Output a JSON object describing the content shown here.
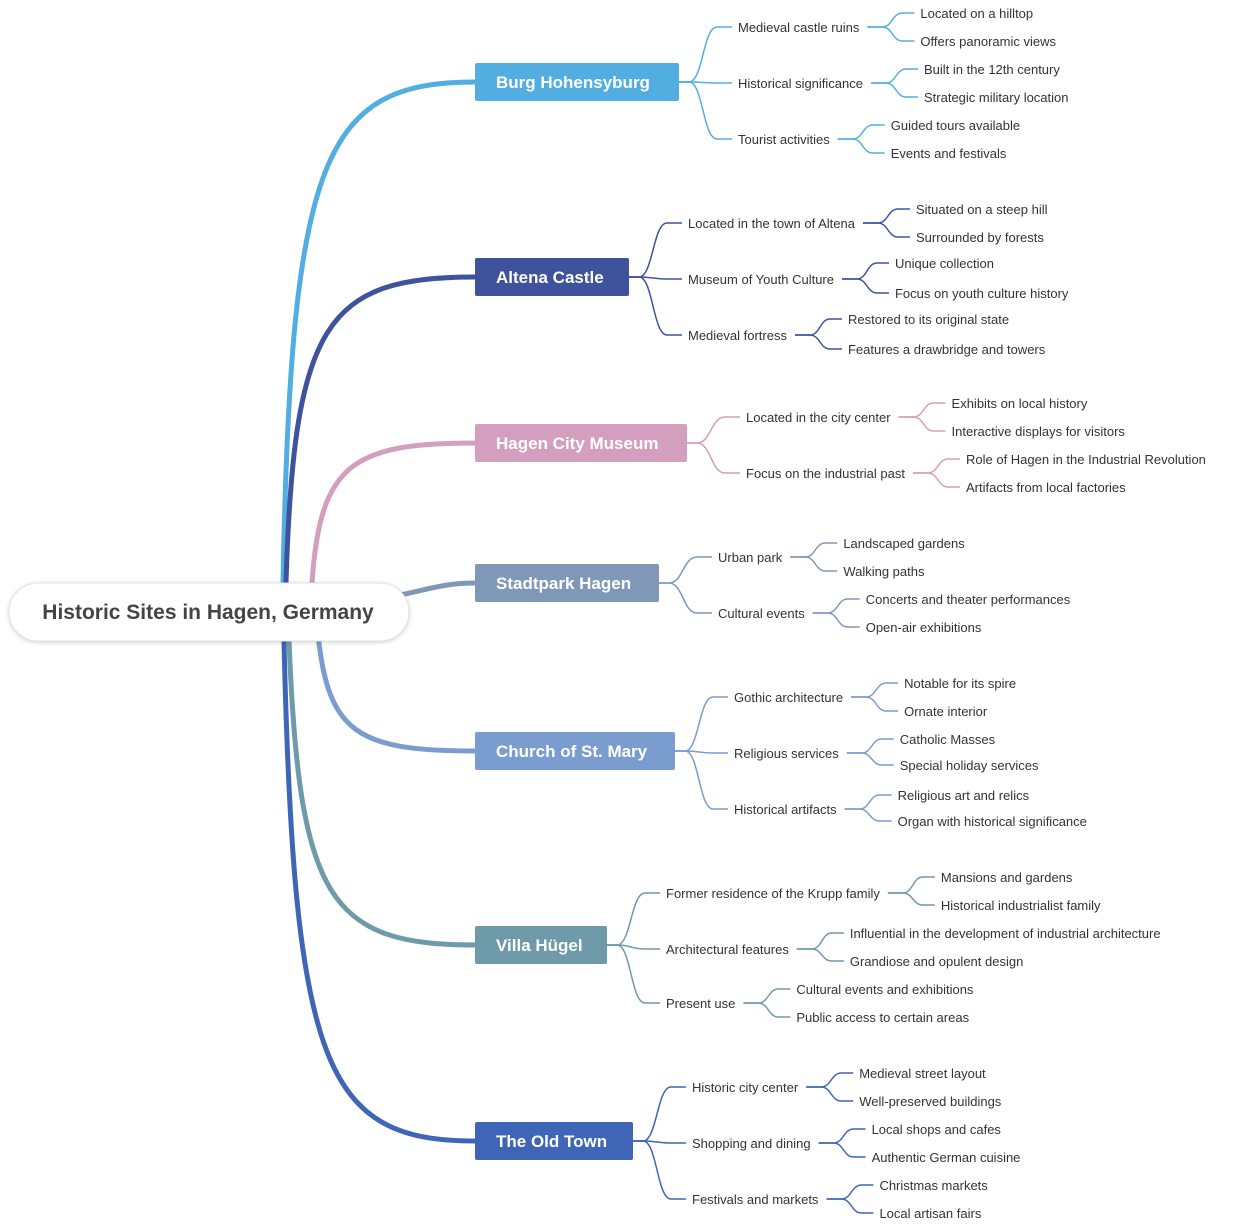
{
  "root": {
    "label": "Historic Sites in Hagen, Germany"
  },
  "branches": [
    {
      "label": "Burg Hohensyburg",
      "color": "#52aee0",
      "children": [
        {
          "label": "Medieval castle ruins",
          "children": [
            "Located on a hilltop",
            "Offers panoramic views"
          ]
        },
        {
          "label": "Historical significance",
          "children": [
            "Built in the 12th century",
            "Strategic military location"
          ]
        },
        {
          "label": "Tourist activities",
          "children": [
            "Guided tours available",
            "Events and festivals"
          ]
        }
      ]
    },
    {
      "label": "Altena Castle",
      "color": "#3f539c",
      "children": [
        {
          "label": "Located in the town of Altena",
          "children": [
            "Situated on a steep hill",
            "Surrounded by forests"
          ]
        },
        {
          "label": "Museum of Youth Culture",
          "children": [
            "Unique collection",
            "Focus on youth culture history"
          ]
        },
        {
          "label": "Medieval fortress",
          "children": [
            "Restored to its original state",
            "Features a drawbridge and towers"
          ]
        }
      ]
    },
    {
      "label": "Hagen City Museum",
      "color": "#d49ebf",
      "children": [
        {
          "label": "Located in the city center",
          "children": [
            "Exhibits on local history",
            "Interactive displays for visitors"
          ]
        },
        {
          "label": "Focus on the industrial past",
          "children": [
            "Role of Hagen in the Industrial Revolution",
            "Artifacts from local factories"
          ]
        }
      ]
    },
    {
      "label": "Stadtpark Hagen",
      "color": "#7f98b8",
      "children": [
        {
          "label": "Urban park",
          "children": [
            "Landscaped gardens",
            "Walking paths"
          ]
        },
        {
          "label": "Cultural events",
          "children": [
            "Concerts and theater performances",
            "Open-air exhibitions"
          ]
        }
      ]
    },
    {
      "label": "Church of St. Mary",
      "color": "#7b9ccf",
      "children": [
        {
          "label": "Gothic architecture",
          "children": [
            "Notable for its spire",
            "Ornate interior"
          ]
        },
        {
          "label": "Religious services",
          "children": [
            "Catholic Masses",
            "Special holiday services"
          ]
        },
        {
          "label": "Historical artifacts",
          "children": [
            "Religious art and relics",
            "Organ with historical significance"
          ]
        }
      ]
    },
    {
      "label": "Villa Hügel",
      "color": "#6e9aa9",
      "children": [
        {
          "label": "Former residence of the Krupp family",
          "children": [
            "Mansions and gardens",
            "Historical industrialist family"
          ]
        },
        {
          "label": "Architectural features",
          "children": [
            "Influential in the development of industrial architecture",
            "Grandiose and opulent design"
          ]
        },
        {
          "label": "Present use",
          "children": [
            "Cultural events and exhibitions",
            "Public access to certain areas"
          ]
        }
      ]
    },
    {
      "label": "The Old Town",
      "color": "#3f65b6",
      "children": [
        {
          "label": "Historic city center",
          "children": [
            "Medieval street layout",
            "Well-preserved buildings"
          ]
        },
        {
          "label": "Shopping and dining",
          "children": [
            "Local shops and cafes",
            "Authentic German cuisine"
          ]
        },
        {
          "label": "Festivals and markets",
          "children": [
            "Christmas markets",
            "Local artisan fairs"
          ]
        }
      ]
    }
  ]
}
